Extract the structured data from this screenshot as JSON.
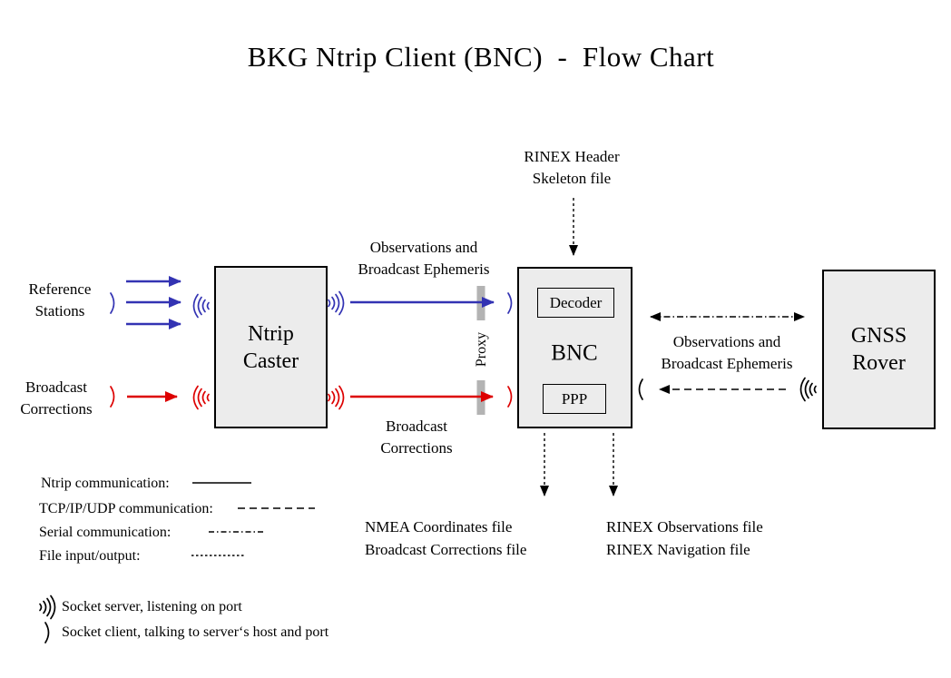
{
  "title": "BKG Ntrip Client (BNC)  -  Flow Chart",
  "nodes": {
    "caster": "Ntrip\nCaster",
    "bnc": "BNC",
    "decoder": "Decoder",
    "ppp": "PPP",
    "rover": "GNSS\nRover"
  },
  "labels": {
    "reference_stations": "Reference\nStations",
    "broadcast_corrections_in": "Broadcast\nCorrections",
    "obs_ephemeris_top": "Observations and\nBroadcast Ephemeris",
    "broadcast_corrections_mid": "Broadcast\nCorrections",
    "rinex_header_skeleton": "RINEX Header\nSkeleton file",
    "proxy": "Proxy",
    "obs_ephemeris_right": "Observations and\nBroadcast Ephemeris",
    "nmea_output": "NMEA Coordinates file\nBroadcast Corrections file",
    "rinex_output": "RINEX Observations file\nRINEX Navigation file"
  },
  "legend": {
    "ntrip": "Ntrip communication:",
    "tcp": "TCP/IP/UDP communication:",
    "serial": "Serial communication:",
    "file": "File input/output:"
  },
  "socket_legend": {
    "server": "Socket server, listening on port",
    "client": "Socket client, talking to server‘s host and port"
  },
  "colors": {
    "ntrip_blue": "#3333b3",
    "corrections_red": "#dd0000",
    "box_fill": "#ececec",
    "proxy_gray": "#b3b3b3",
    "line_black": "#000000"
  }
}
